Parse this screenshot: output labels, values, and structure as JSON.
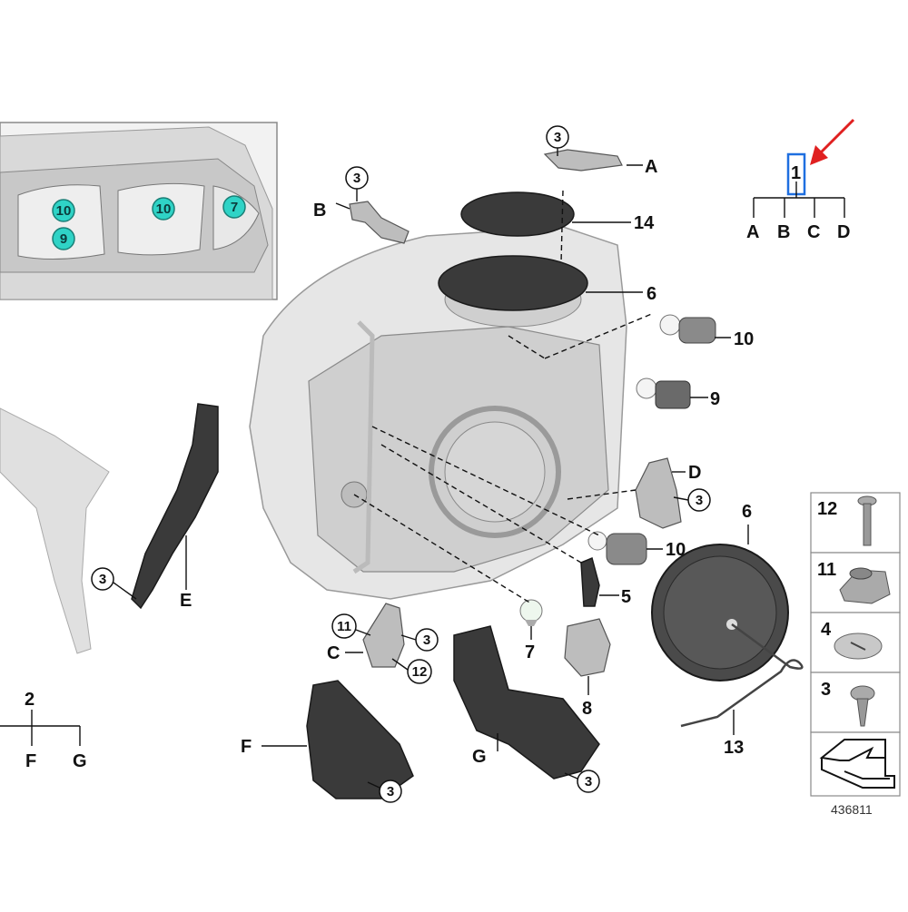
{
  "diagram": {
    "reference_number": "436811",
    "letters": {
      "A": "A",
      "B": "B",
      "C": "C",
      "D": "D",
      "E": "E",
      "F": "F",
      "G": "G"
    },
    "hierarchy_1": {
      "root": "1",
      "children": [
        "A",
        "B",
        "C",
        "D"
      ]
    },
    "hierarchy_2": {
      "root": "2",
      "children": [
        "F",
        "G"
      ]
    },
    "callouts": {
      "c3_top": "3",
      "c3_b": "3",
      "c3_d": "3",
      "c3_e": "3",
      "c3_c": "3",
      "c3_f": "3",
      "c3_g": "3",
      "c11": "11",
      "c12": "12",
      "n14": "14",
      "n6_top": "6",
      "n10_top": "10",
      "n9": "9",
      "n10_mid": "10",
      "n5": "5",
      "n7": "7",
      "n8": "8",
      "n6_cover": "6",
      "n13": "13"
    },
    "inset_labels": {
      "a": "10",
      "b": "9",
      "c": "10",
      "d": "7"
    },
    "fastener_panel": [
      "12",
      "11",
      "4",
      "3"
    ],
    "colors": {
      "highlight": "#2fd3c6",
      "arrow": "#e02020",
      "selection": "#1e6fe0"
    }
  }
}
